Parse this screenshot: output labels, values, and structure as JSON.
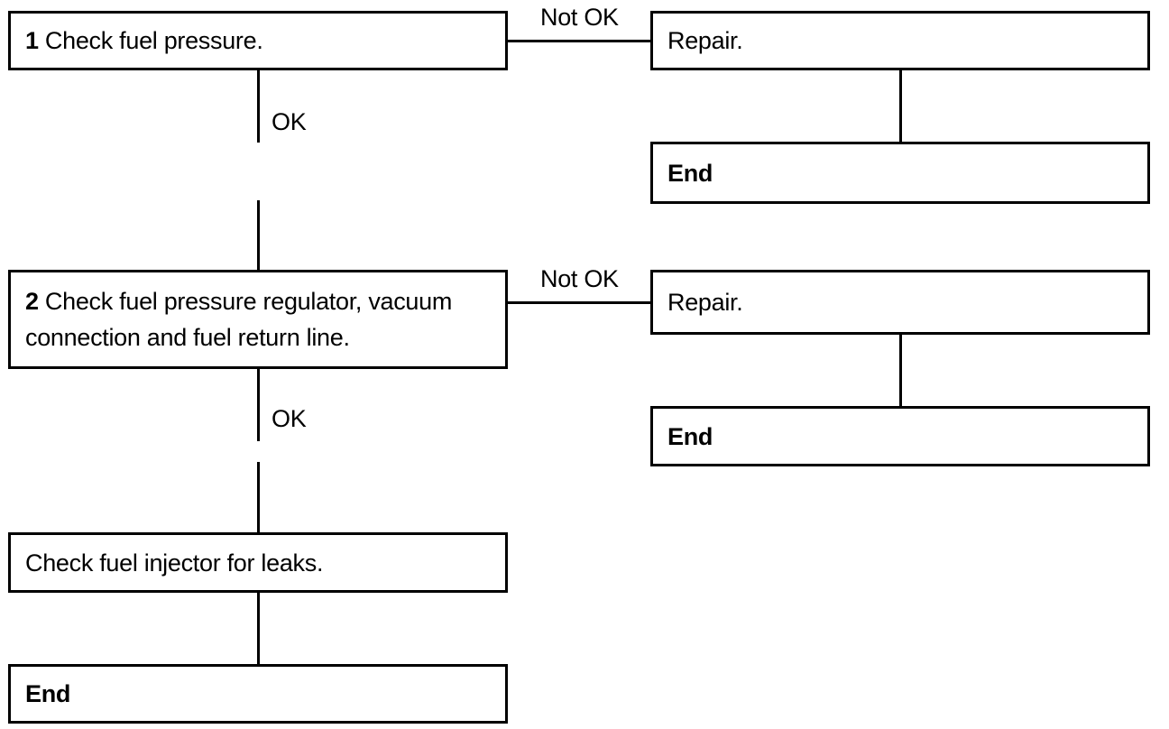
{
  "step1": {
    "number": "1",
    "text": "Check fuel pressure."
  },
  "step1_repair": {
    "text": "Repair."
  },
  "step1_end": {
    "text": "End"
  },
  "step1_not_ok": "Not OK",
  "step1_ok": "OK",
  "step2": {
    "number": "2",
    "text_line1": "Check fuel pressure regulator, vacuum",
    "text_line2": "connection and fuel return line."
  },
  "step2_repair": {
    "text": "Repair."
  },
  "step2_end": {
    "text": "End"
  },
  "step2_not_ok": "Not OK",
  "step2_ok": "OK",
  "step3": {
    "text": "Check fuel injector for leaks."
  },
  "final_end": {
    "text": "End"
  }
}
